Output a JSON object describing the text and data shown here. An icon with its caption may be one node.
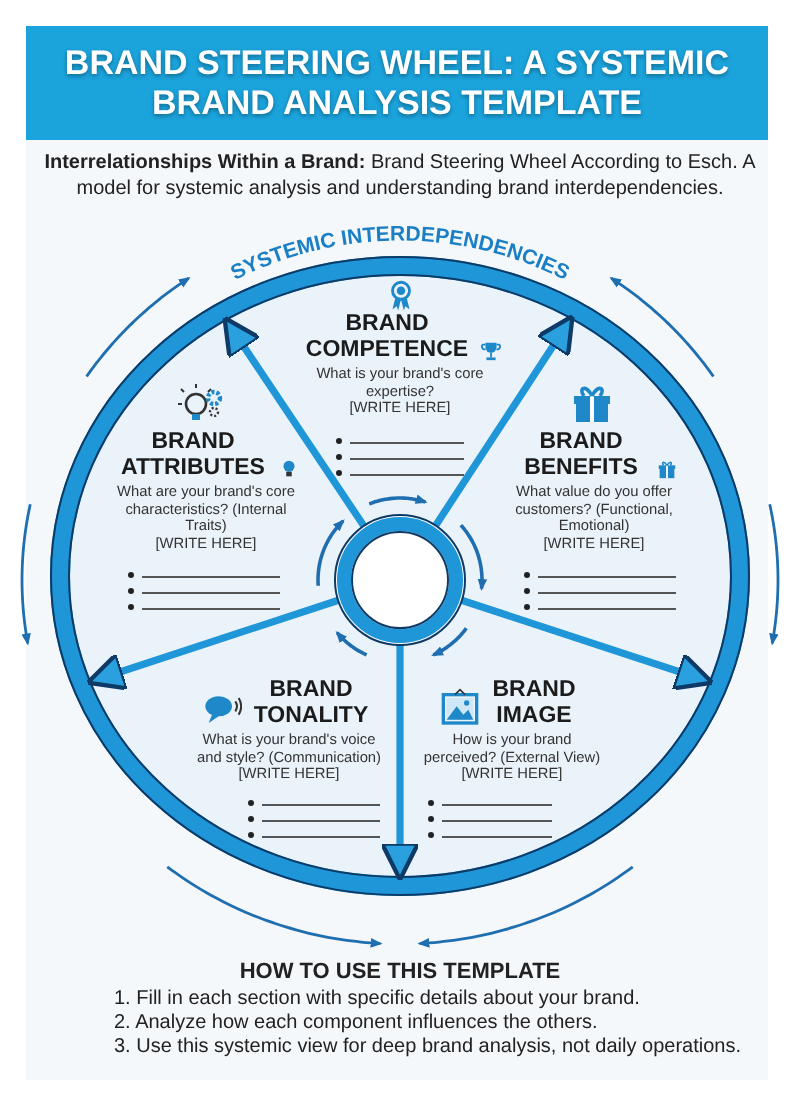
{
  "diagram": {
    "title": "BRAND STEERING WHEEL: A SYSTEMIC BRAND ANALYSIS TEMPLATE",
    "nodes": [
      {
        "text": [],
        "shape": "circle"
      },
      {
        "text": [],
        "shape": "circle",
        "in": 0
      },
      {
        "text": [
          "BRAND COMPETENCE",
          "What is your brand's core expertise?",
          "[WRITE HERE]"
        ],
        "in": 0
      },
      {
        "text": [
          "BRAND ATTRIBUTES",
          "What are your brand's core characteristics? (Internal Traits)",
          "[WRITE HERE]"
        ],
        "in": 0
      },
      {
        "text": [
          "BRAND BENEFITS",
          "What value do you offer customers? (Functional, Emotional)",
          "[WRITE HERE]"
        ],
        "in": 0
      },
      {
        "text": [
          "BRAND TONALITY",
          "What is your brand's voice and style? (Communication)",
          "[WRITE HERE]"
        ],
        "in": 0
      },
      {
        "text": [
          "BRAND IMAGE",
          "How is your brand perceived? (External View)",
          "[WRITE HERE]"
        ],
        "in": 0
      }
    ],
    "edges": [
      {
        "from": 1,
        "to": 0,
        "arrow": "to"
      },
      {
        "from": 1,
        "to": 0,
        "arrow": "to"
      },
      {
        "from": 1,
        "to": 0,
        "arrow": "to"
      },
      {
        "from": 1,
        "to": 0,
        "arrow": "to"
      },
      {
        "from": 1,
        "to": 0,
        "arrow": "to"
      }
    ],
    "labels": [
      "**Interrelationships Within a Brand:** Brand Steering Wheel According to Esch. A model for systemic analysis and understanding brand interdependencies.",
      "SYSTEMIC INTERDEPENDENCIES",
      "HOW TO USE THIS TEMPLATE",
      "1. Fill in each section with specific details about your brand.",
      "2. Analyze how each component influences the others.",
      "3. Use this systemic view for deep brand analysis, not daily operations."
    ]
  }
}
